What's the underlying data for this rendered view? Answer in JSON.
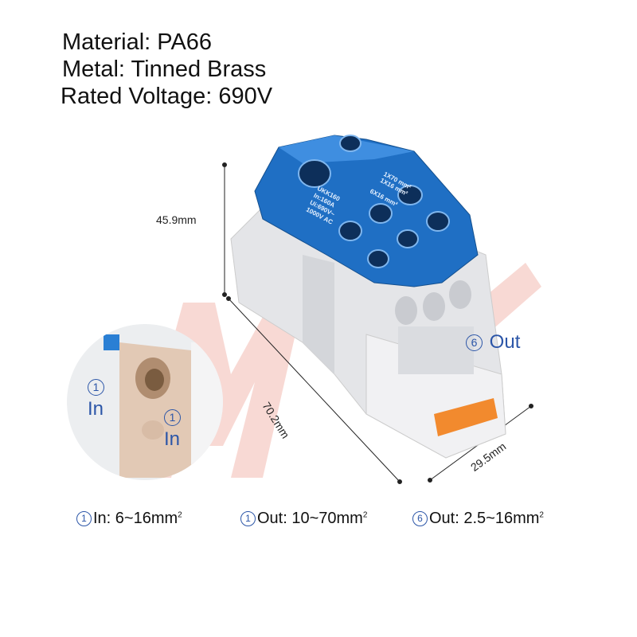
{
  "specs": {
    "material": "Material: PA66",
    "metal": "Metal: Tinned Brass",
    "voltage": "Rated Voltage: 690V"
  },
  "dimensions": {
    "height": "45.9mm",
    "length": "70.2mm",
    "width": "29.5mm"
  },
  "product_label": {
    "model": "UKK160",
    "current": "In:160A",
    "ui": "Ui:690V~",
    "ac": "1000V AC",
    "spec1": "1X70 mm²",
    "spec2": "1X16 mm²",
    "spec3": "6X16 mm²"
  },
  "callouts": {
    "in_num": "1",
    "in_label": "In",
    "out_num": "6",
    "out_label": "Out"
  },
  "bottom": [
    {
      "num": "1",
      "text": "In: 6~16mm",
      "sup": "2"
    },
    {
      "num": "1",
      "text": "Out: 10~70mm",
      "sup": "2"
    },
    {
      "num": "6",
      "text": "Out: 2.5~16mm",
      "sup": "2"
    }
  ],
  "colors": {
    "accent": "#2c56a8",
    "cover": "#1f6fc4",
    "body": "#e9eaec",
    "latch": "#f28a2e"
  }
}
